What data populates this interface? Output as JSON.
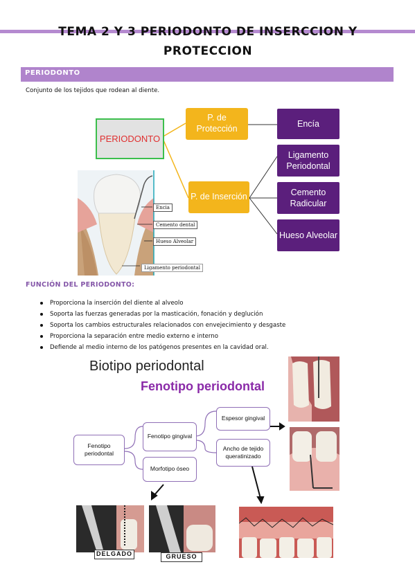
{
  "title": {
    "line1": "TEMA 2 Y 3 PERIODONTO DE INSERCCION Y",
    "line2": "PROTECCION"
  },
  "section": {
    "label": "PERIODONTO"
  },
  "intro": "Conjunto de los tejidos que rodean al diente.",
  "diagram": {
    "root": "PERIODONTO",
    "proteccion": "P. de Protección",
    "insercion": "P. de Inserción",
    "encia": "Encía",
    "ligamento": "Ligamento Periodontal",
    "cemento": "Cemento Radicular",
    "hueso": "Hueso Alveolar"
  },
  "tooth_labels": {
    "encia": "Encia",
    "cemento": "Cemento dental",
    "hueso": "Hueso Alveolar",
    "ligamento": "Ligamento periodontal"
  },
  "funcion": {
    "title": "FUNCIÓN DEL PERIODONTO:",
    "items": [
      "Proporciona la inserción del diente al alveolo",
      "Soporta las fuerzas generadas por la masticación, fonación y deglución",
      "Soporta los cambios estructurales relacionados con envejecimiento y desgaste",
      "Proporciona la separación entre medio externo e interno",
      "Defiende al medio interno de los patógenos presentes en la cavidad oral."
    ]
  },
  "biotipo": {
    "title": "Biotipo periodontal",
    "subtitle": "Fenotipo periodontal",
    "fenotipo_periodontal": "Fenotipo periodontal",
    "fenotipo_gingival": "Fenotipo gingival",
    "morfotipo": "Morfotipo óseo",
    "espesor": "Espesor gingival",
    "ancho": "Ancho de tejido queratinizado",
    "delgado": "DELGADO",
    "grueso": "GRUESO"
  },
  "colors": {
    "accent_purple": "#b084cc",
    "yellow": "#f3b51c",
    "dark_purple": "#5b1f7c",
    "feno_title": "#8a2aa8"
  }
}
